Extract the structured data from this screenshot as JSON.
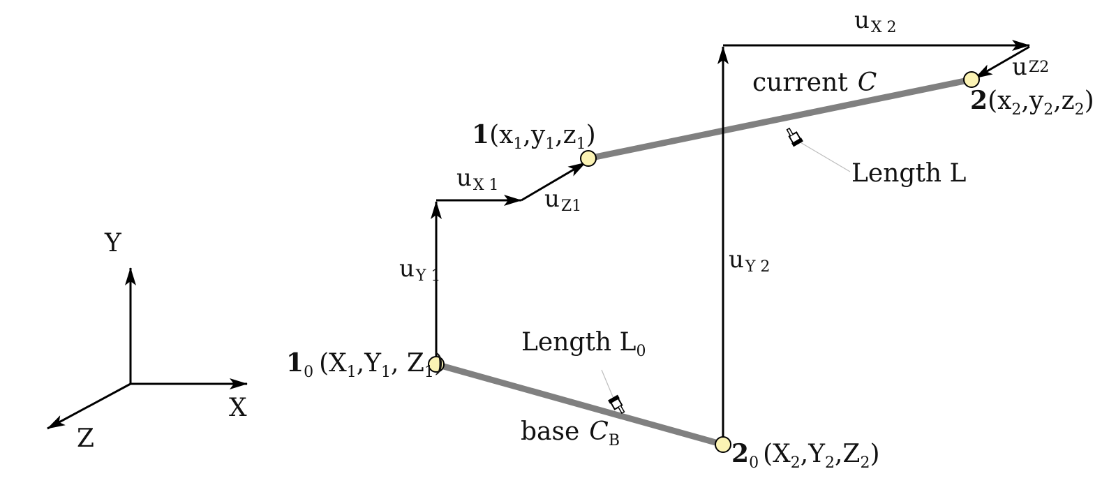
{
  "axes": {
    "x": "X",
    "y": "Y",
    "z": "Z"
  },
  "node1": {
    "num": "1",
    "coords": "(x",
    "x_sub": "1",
    "y": ",y",
    "y_sub": "1",
    "z": ",z",
    "z_sub": "1",
    "close": ")"
  },
  "node2": {
    "num": "2",
    "coords": "(x",
    "x_sub": "2",
    "y": ",y",
    "y_sub": "2",
    "z": ",z",
    "z_sub": "2",
    "close": ")"
  },
  "node1_0": {
    "num": "1",
    "num_sub": "0",
    "coords": "(X",
    "x_sub": "1",
    "y": ",Y",
    "y_sub": "1",
    "z": ", Z",
    "z_sub": "1",
    "close": ")"
  },
  "node2_0": {
    "num": "2",
    "num_sub": "0",
    "coords": "(X",
    "x_sub": "2",
    "y": ",Y",
    "y_sub": "2",
    "z": ",Z",
    "z_sub": "2",
    "close": ")"
  },
  "displacements": {
    "ux1": {
      "base": "u",
      "sub": "X 1"
    },
    "uy1": {
      "base": "u",
      "sub": "Y 1"
    },
    "uz1": {
      "base": "u",
      "sub": "Z1"
    },
    "ux2": {
      "base": "u",
      "sub": "X 2"
    },
    "uy2": {
      "base": "u",
      "sub": "Y 2"
    },
    "uz2": {
      "base": "u",
      "sub": "Z2"
    }
  },
  "current": {
    "word": "current",
    "symbol": "C"
  },
  "base": {
    "word": "base",
    "symbol": "C",
    "sub": "B"
  },
  "length_current": "Length L",
  "length_base": {
    "text": "Length L",
    "sub": "0"
  },
  "colors": {
    "bar": "#808080",
    "node_fill": "#fbf3b4",
    "line": "#000000"
  }
}
